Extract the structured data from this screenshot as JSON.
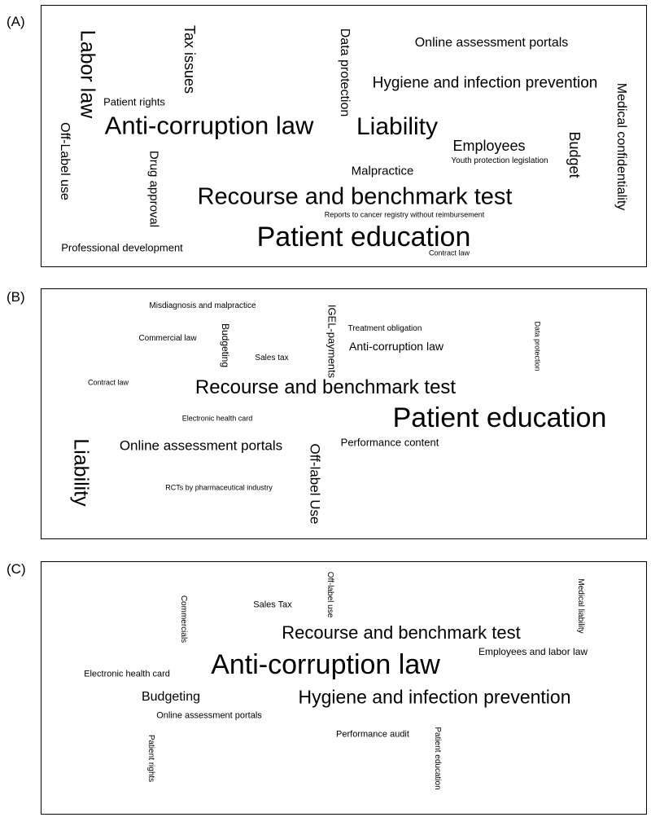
{
  "panels": [
    {
      "label": "(A)",
      "words": [
        {
          "text": "Labor law",
          "size": 25,
          "vertical": true
        },
        {
          "text": "Tax issues",
          "size": 18,
          "vertical": true
        },
        {
          "text": "Data protection",
          "size": 16,
          "vertical": true
        },
        {
          "text": "Online assessment portals",
          "size": 16,
          "vertical": false
        },
        {
          "text": "Hygiene and infection prevention",
          "size": 19,
          "vertical": false
        },
        {
          "text": "Medical confidentiality",
          "size": 16,
          "vertical": true
        },
        {
          "text": "Patient rights",
          "size": 13,
          "vertical": false
        },
        {
          "text": "Off-Label use",
          "size": 16,
          "vertical": true
        },
        {
          "text": "Anti-corruption law",
          "size": 31,
          "vertical": false
        },
        {
          "text": "Liability",
          "size": 30,
          "vertical": false
        },
        {
          "text": "Budget",
          "size": 18,
          "vertical": true
        },
        {
          "text": "Employees",
          "size": 18,
          "vertical": false
        },
        {
          "text": "Drug approval",
          "size": 15,
          "vertical": true
        },
        {
          "text": "Youth protection legislation",
          "size": 10,
          "vertical": false
        },
        {
          "text": "Malpractice",
          "size": 15,
          "vertical": false
        },
        {
          "text": "Recourse and benchmark test",
          "size": 29,
          "vertical": false
        },
        {
          "text": "Reports to cancer registry without reimbursement",
          "size": 9,
          "vertical": false
        },
        {
          "text": "Patient education",
          "size": 34,
          "vertical": false
        },
        {
          "text": "Professional development",
          "size": 13,
          "vertical": false
        },
        {
          "text": "Contract law",
          "size": 9,
          "vertical": false
        }
      ]
    },
    {
      "label": "(B)",
      "words": [
        {
          "text": "Misdiagnosis and malpractice",
          "size": 10,
          "vertical": false
        },
        {
          "text": "IGEL-payments",
          "size": 13,
          "vertical": true
        },
        {
          "text": "Treatment obligation",
          "size": 10,
          "vertical": false
        },
        {
          "text": "Data protection",
          "size": 9,
          "vertical": true
        },
        {
          "text": "Commercial law",
          "size": 10,
          "vertical": false
        },
        {
          "text": "Budgeting",
          "size": 12,
          "vertical": true
        },
        {
          "text": "Sales tax",
          "size": 10,
          "vertical": false
        },
        {
          "text": "Anti-corruption law",
          "size": 14,
          "vertical": false
        },
        {
          "text": "Contract law",
          "size": 9,
          "vertical": false
        },
        {
          "text": "Recourse and benchmark test",
          "size": 24,
          "vertical": false
        },
        {
          "text": "Patient education",
          "size": 34,
          "vertical": false
        },
        {
          "text": "Electronic health card",
          "size": 9,
          "vertical": false
        },
        {
          "text": "Liability",
          "size": 25,
          "vertical": true
        },
        {
          "text": "Online assessment portals",
          "size": 17,
          "vertical": false
        },
        {
          "text": "Off-label Use",
          "size": 17,
          "vertical": true
        },
        {
          "text": "Performance content",
          "size": 13,
          "vertical": false
        },
        {
          "text": "RCTs by pharmaceutical industry",
          "size": 9,
          "vertical": false
        }
      ]
    },
    {
      "label": "(C)",
      "words": [
        {
          "text": "Off-label use",
          "size": 10,
          "vertical": true
        },
        {
          "text": "Medical liability",
          "size": 10,
          "vertical": true
        },
        {
          "text": "Commercials",
          "size": 10,
          "vertical": true
        },
        {
          "text": "Sales Tax",
          "size": 11,
          "vertical": false
        },
        {
          "text": "Recourse and benchmark test",
          "size": 22,
          "vertical": false
        },
        {
          "text": "Employees and labor law",
          "size": 12,
          "vertical": false
        },
        {
          "text": "Anti-corruption law",
          "size": 34,
          "vertical": false
        },
        {
          "text": "Electronic health card",
          "size": 11,
          "vertical": false
        },
        {
          "text": "Budgeting",
          "size": 16,
          "vertical": false
        },
        {
          "text": "Hygiene and infection prevention",
          "size": 23,
          "vertical": false
        },
        {
          "text": "Online assessment portals",
          "size": 11,
          "vertical": false
        },
        {
          "text": "Patient rights",
          "size": 10,
          "vertical": true
        },
        {
          "text": "Performance audit",
          "size": 11,
          "vertical": false
        },
        {
          "text": "Patient education",
          "size": 10,
          "vertical": true
        }
      ]
    }
  ]
}
